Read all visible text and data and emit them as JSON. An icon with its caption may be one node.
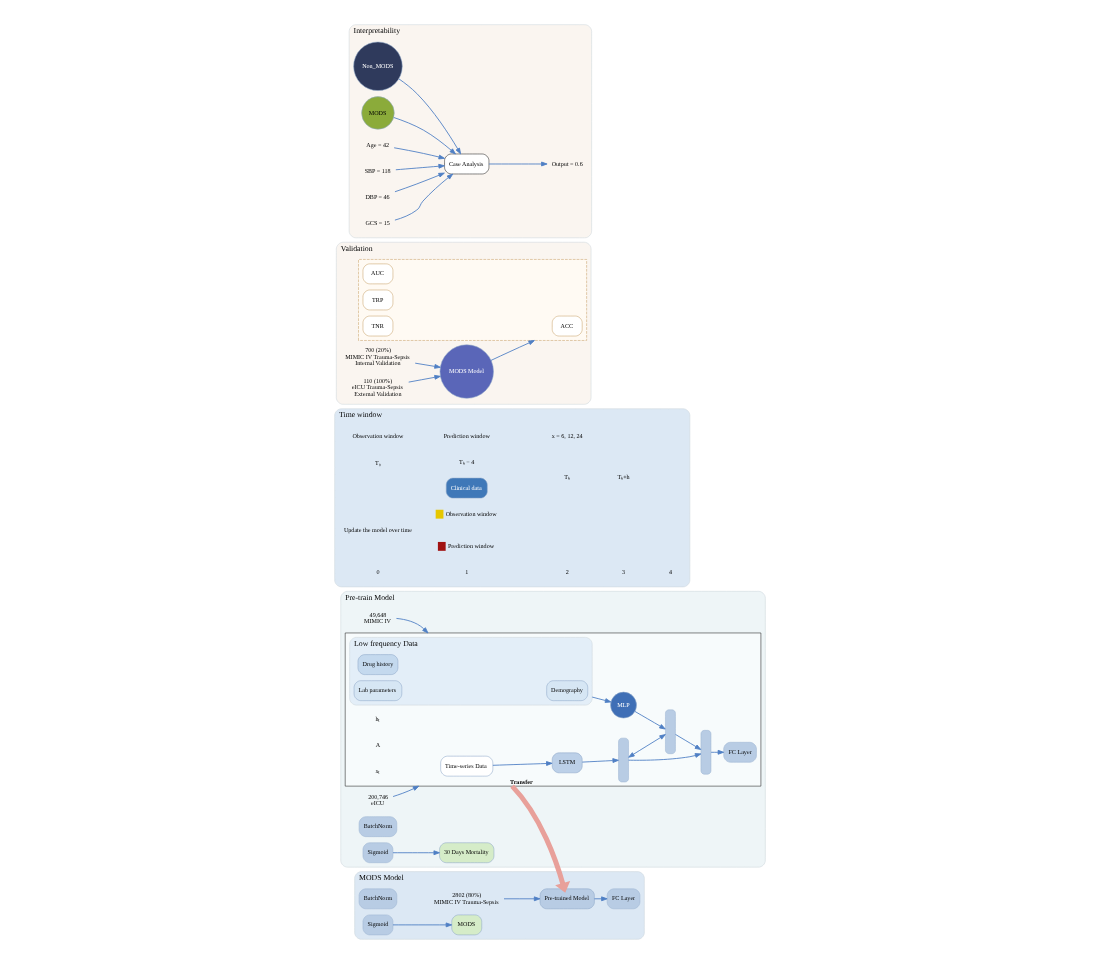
{
  "diagram": {
    "nodes": [
      {
        "text": [
          "Pre-train Model"
        ]
      },
      {
        "text": [
          "49,648",
          "MIMIC IV"
        ],
        "in": 0
      },
      {
        "text": [
          "200,746",
          "eICU"
        ],
        "in": 0
      },
      {
        "text": [],
        "shape": "box",
        "in": 0
      },
      {
        "text": [
          "Time-series Data"
        ],
        "in": 3
      },
      {
        "text": [
          "LSTM"
        ],
        "in": 3
      },
      {
        "text": [
          "Low frequency Data"
        ],
        "in": 3
      },
      {
        "text": [
          "Demography"
        ],
        "in": 6
      },
      {
        "text": [
          "Drug history"
        ],
        "in": 6
      },
      {
        "text": [
          "Lab parameters"
        ],
        "in": 6
      },
      {
        "text": [
          "MLP"
        ],
        "in": 3
      },
      {
        "text": [],
        "shape": "bar",
        "in": 3
      },
      {
        "text": [],
        "shape": "bar",
        "in": 3
      },
      {
        "text": [],
        "shape": "bar",
        "in": 3
      },
      {
        "text": [
          "FC Layer"
        ],
        "in": 3
      },
      {
        "text": [
          "BatchNorm"
        ],
        "in": 0
      },
      {
        "text": [
          "Sigmoid"
        ],
        "in": 0
      },
      {
        "text": [
          "30 Days Mortality"
        ],
        "in": 0
      },
      {
        "text": [
          "MODS Model"
        ]
      },
      {
        "text": [
          "2802 (80%)",
          "MIMIC IV Trauma-Sepsis"
        ],
        "in": 18
      },
      {
        "text": [
          "Pre-trained Model"
        ],
        "in": 18
      },
      {
        "text": [
          "FC Layer"
        ],
        "in": 18
      },
      {
        "text": [
          "BatchNorm"
        ],
        "in": 18
      },
      {
        "text": [
          "Sigmoid"
        ],
        "in": 18
      },
      {
        "text": [
          "MODS"
        ],
        "in": 18
      },
      {
        "text": [
          "Time window"
        ]
      },
      {
        "text": [
          "Clinical data"
        ],
        "in": 25
      },
      {
        "text": [
          "Validation"
        ]
      },
      {
        "text": [
          "700 (20%)",
          "MIMIC IV Trauma-Sepsis",
          "Internal Validation"
        ],
        "in": 27
      },
      {
        "text": [
          "110 (100%)",
          "eICU Trauma-Sepsis",
          "External Validation"
        ],
        "in": 27
      },
      {
        "text": [
          "MODS Model"
        ],
        "in": 27
      },
      {
        "text": [],
        "shape": "box",
        "in": 27
      },
      {
        "text": [
          "ACC"
        ],
        "in": 31
      },
      {
        "text": [
          "AUC"
        ],
        "in": 31
      },
      {
        "text": [
          "TRP"
        ],
        "in": 31
      },
      {
        "text": [
          "TNR"
        ],
        "in": 31
      },
      {
        "text": [
          "Interpretability"
        ]
      },
      {
        "text": [
          "Non_MODS"
        ],
        "in": 36
      },
      {
        "text": [
          "MODS"
        ],
        "in": 36
      },
      {
        "text": [
          "Case Analysis"
        ],
        "in": 36
      },
      {
        "text": [
          "Output = 0.6"
        ],
        "in": 36
      },
      {
        "text": [
          "Age = 42"
        ],
        "in": 36
      },
      {
        "text": [
          "SBP = 118"
        ],
        "in": 36
      },
      {
        "text": [
          "DBP = 46"
        ],
        "in": 36
      },
      {
        "text": [
          "GCS = 15"
        ],
        "in": 36
      }
    ],
    "edges": [
      {
        "from": 1,
        "to": 3,
        "arrow": "to"
      },
      {
        "from": 2,
        "to": 3,
        "arrow": "to"
      },
      {
        "from": 4,
        "to": 5,
        "arrow": "to"
      },
      {
        "from": 6,
        "to": 10,
        "arrow": "to"
      },
      {
        "from": 5,
        "to": 11,
        "arrow": "to"
      },
      {
        "from": 10,
        "to": 12,
        "arrow": "to"
      },
      {
        "from": 11,
        "to": 12,
        "arrow": "both"
      },
      {
        "from": 11,
        "to": 13,
        "arrow": "to"
      },
      {
        "from": 12,
        "to": 13,
        "arrow": "to"
      },
      {
        "from": 13,
        "to": 14,
        "arrow": "to"
      },
      {
        "from": 16,
        "to": 17,
        "arrow": "to"
      },
      {
        "from": 3,
        "to": 20,
        "arrow": "to",
        "label": "Transfer",
        "style": "thick",
        "color": "#e8a09a"
      },
      {
        "from": 19,
        "to": 20,
        "arrow": "to"
      },
      {
        "from": 20,
        "to": 21,
        "arrow": "to"
      },
      {
        "from": 23,
        "to": 24,
        "arrow": "to"
      },
      {
        "from": 28,
        "to": 30,
        "arrow": "to"
      },
      {
        "from": 29,
        "to": 30,
        "arrow": "to"
      },
      {
        "from": 30,
        "to": 31,
        "arrow": "to"
      },
      {
        "from": 37,
        "to": 39,
        "arrow": "to"
      },
      {
        "from": 38,
        "to": 39,
        "arrow": "to"
      },
      {
        "from": 39,
        "to": 40,
        "arrow": "to"
      },
      {
        "from": 41,
        "to": 39,
        "arrow": "to"
      },
      {
        "from": 42,
        "to": 39,
        "arrow": "to"
      },
      {
        "from": 43,
        "to": 39,
        "arrow": "to"
      },
      {
        "from": 44,
        "to": 39,
        "arrow": "to"
      }
    ],
    "labels": [
      "hₜ",
      "A",
      "xₜ",
      "Observation window",
      "Prediction window",
      "x = 6, 12, 24",
      "T₀",
      "Tₖ − 4",
      "Tₖ",
      "Tₖ+h",
      "Update the model over time",
      "0",
      "1",
      "2",
      "3",
      "4"
    ],
    "legend": [
      {
        "text": "Observation window",
        "color": "#e6c700"
      },
      {
        "text": "Prediction window",
        "color": "#a01212"
      }
    ]
  }
}
